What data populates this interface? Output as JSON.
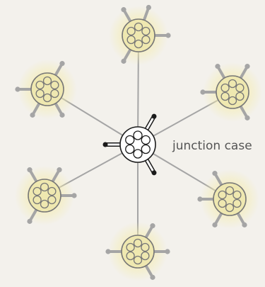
{
  "diagram": {
    "hub": {
      "label": "junction case"
    },
    "nodes": [
      {
        "id": "top"
      },
      {
        "id": "upper-right"
      },
      {
        "id": "lower-right"
      },
      {
        "id": "bottom"
      },
      {
        "id": "lower-left"
      },
      {
        "id": "upper-left"
      }
    ]
  },
  "colors": {
    "background": "#f3f1ec",
    "node_fill": "#efe8b0",
    "node_glow": "#f4ecae",
    "line": "#a5a5a5",
    "outline": "#777777",
    "hub_outline": "#1a1a1a",
    "label": "#555555"
  }
}
